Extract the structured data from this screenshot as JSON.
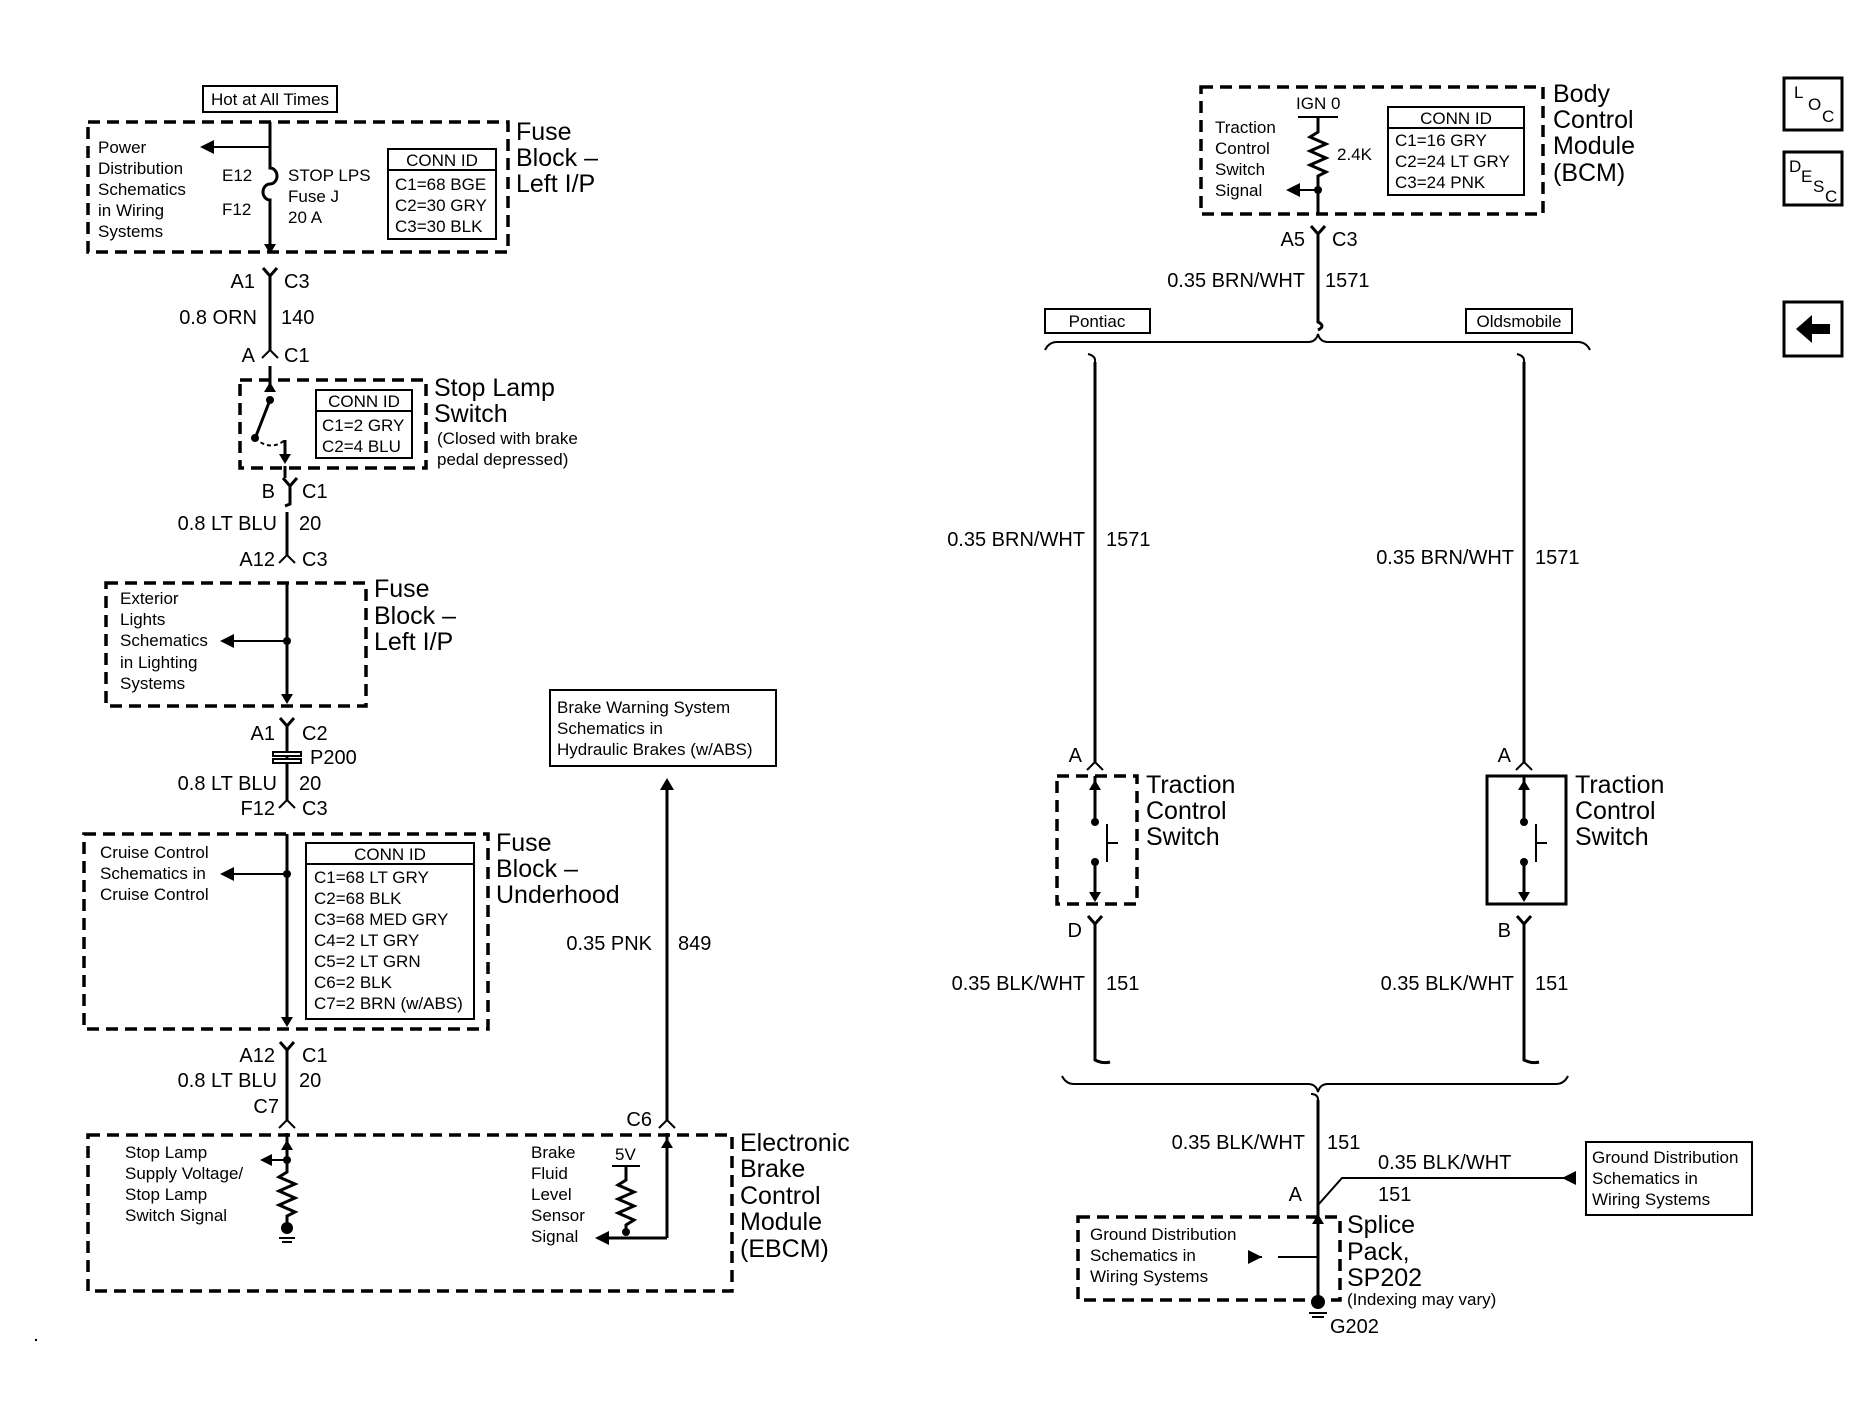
{
  "left": {
    "hot_label": "Hot at All Times",
    "fuse_block_ip_top": {
      "name_lines": [
        "Fuse",
        "Block –",
        "Left I/P"
      ],
      "ref_lines": [
        "Power",
        "Distribution",
        "Schematics",
        "in Wiring",
        "Systems"
      ],
      "e12": "E12",
      "f12": "F12",
      "fuse_lines": [
        "STOP LPS",
        "Fuse J",
        "20 A"
      ],
      "conn_title": "CONN ID",
      "conn_rows": [
        "C1=68 BGE",
        "C2=30 GRY",
        "C3=30 BLK"
      ]
    },
    "wire1": {
      "top_left": "A1",
      "top_right": "C3",
      "label": "0.8 ORN",
      "circuit": "140",
      "bot_left": "A",
      "bot_right": "C1"
    },
    "stop_lamp_switch": {
      "name_lines": [
        "Stop Lamp",
        "Switch"
      ],
      "note_lines": [
        "(Closed with brake",
        "pedal depressed)"
      ],
      "conn_title": "CONN ID",
      "conn_rows": [
        "C1=2 GRY",
        "C2=4 BLU"
      ]
    },
    "wire2": {
      "top_left": "B",
      "top_right": "C1",
      "label": "0.8 LT BLU",
      "circuit": "20",
      "bot_left": "A12",
      "bot_right": "C3"
    },
    "fuse_block_ip_mid": {
      "name_lines": [
        "Fuse",
        "Block –",
        "Left I/P"
      ],
      "ref_lines": [
        "Exterior",
        "Lights",
        "Schematics",
        "in Lighting",
        "Systems"
      ]
    },
    "wire3": {
      "top_left": "A1",
      "top_right": "C2",
      "inline": "P200",
      "label": "0.8 LT BLU",
      "circuit": "20",
      "bot_left": "F12",
      "bot_right": "C3"
    },
    "fuse_block_uh": {
      "name_lines": [
        "Fuse",
        "Block –",
        "Underhood"
      ],
      "ref_lines": [
        "Cruise Control",
        "Schematics in",
        "Cruise Control"
      ],
      "conn_title": "CONN ID",
      "conn_rows": [
        "C1=68 LT GRY",
        "C2=68 BLK",
        "C3=68 MED GRY",
        "C4=2 LT GRY",
        "C5=2 LT GRN",
        "C6=2 BLK",
        "C7=2 BRN (w/ABS)"
      ]
    },
    "wire4": {
      "top_left": "A12",
      "top_right": "C1",
      "label": "0.8 LT BLU",
      "circuit": "20",
      "bot_left": "C7"
    },
    "brake_warning_lines": [
      "Brake Warning System",
      "Schematics in",
      "Hydraulic Brakes (w/ABS)"
    ],
    "wire_pnk": {
      "label": "0.35 PNK",
      "circuit": "849",
      "conn": "C6"
    },
    "ebcm": {
      "name_lines": [
        "Electronic",
        "Brake",
        "Control",
        "Module",
        "(EBCM)"
      ],
      "left_lines": [
        "Stop Lamp",
        "Supply Voltage/",
        "Stop Lamp",
        "Switch Signal"
      ],
      "right_lines": [
        "Brake",
        "Fluid",
        "Level",
        "Sensor",
        "Signal"
      ],
      "voltage": "5V"
    }
  },
  "right": {
    "bcm": {
      "name_lines": [
        "Body",
        "Control",
        "Module",
        "(BCM)"
      ],
      "ign": "IGN 0",
      "resistor": "2.4K",
      "signal_lines": [
        "Traction",
        "Control",
        "Switch",
        "Signal"
      ],
      "conn_title": "CONN ID",
      "conn_rows": [
        "C1=16 GRY",
        "C2=24 LT GRY",
        "C3=24 PNK"
      ]
    },
    "bcm_wire": {
      "left": "A5",
      "right": "C3",
      "label": "0.35 BRN/WHT",
      "circuit": "1571"
    },
    "pontiac": "Pontiac",
    "oldsmobile": "Oldsmobile",
    "pontiac_upper": {
      "label": "0.35 BRN/WHT",
      "circuit": "1571",
      "pin": "A"
    },
    "olds_upper": {
      "label": "0.35 BRN/WHT",
      "circuit": "1571",
      "pin": "A"
    },
    "tcs_pontiac_lines": [
      "Traction",
      "Control",
      "Switch"
    ],
    "tcs_olds_lines": [
      "Traction",
      "Control",
      "Switch"
    ],
    "pontiac_lower": {
      "pin": "D",
      "label": "0.35 BLK/WHT",
      "circuit": "151"
    },
    "olds_lower": {
      "pin": "B",
      "label": "0.35 BLK/WHT",
      "circuit": "151"
    },
    "gnd_wire": {
      "label": "0.35 BLK/WHT",
      "circuit": "151",
      "pin": "A"
    },
    "gnd_branch": {
      "label": "0.35 BLK/WHT",
      "circuit": "151"
    },
    "gnd_dist_right_lines": [
      "Ground Distribution",
      "Schematics in",
      "Wiring Systems"
    ],
    "gnd_dist_left_lines": [
      "Ground Distribution",
      "Schematics in",
      "Wiring Systems"
    ],
    "splice_lines": [
      "Splice",
      "Pack,",
      "SP202"
    ],
    "splice_note": "(Indexing may vary)",
    "ground": "G202"
  },
  "nav": {
    "loc": {
      "l": "L",
      "o": "O",
      "c": "C"
    },
    "desc": {
      "d": "D",
      "e": "E",
      "s": "S",
      "c": "C"
    },
    "back_icon": "left-arrow-icon"
  }
}
